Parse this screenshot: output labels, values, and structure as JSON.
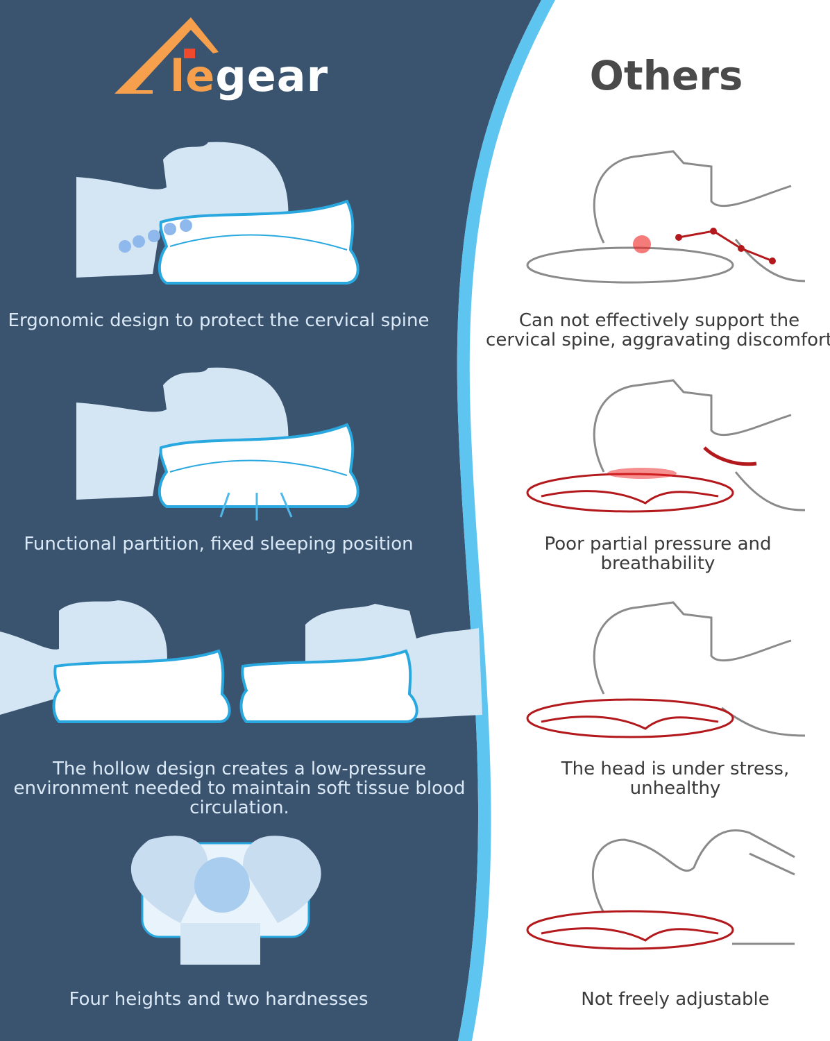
{
  "brand": {
    "logo_text_prefix": "le",
    "logo_text_suffix": "gear",
    "logo_colors": {
      "orange": "#f6a04d",
      "red": "#f04a2e"
    }
  },
  "colors": {
    "left_bg": "#3a546f",
    "accent_blue": "#29a8e0",
    "light_blue": "#d6e6f5",
    "red": "#b3191c"
  },
  "right_title": "Others",
  "left_features": [
    {
      "caption": "Ergonomic design to protect the cervical spine"
    },
    {
      "caption": "Functional partition, fixed sleeping position"
    },
    {
      "caption": "The hollow design creates a low-pressure environment needed to maintain soft tissue blood circulation."
    },
    {
      "caption": "Four heights and two hardnesses"
    }
  ],
  "right_features": [
    {
      "caption": "Can not effectively support the cervical spine, aggravating discomfort"
    },
    {
      "caption": "Poor partial pressure and breathability"
    },
    {
      "caption": "The head is under stress, unhealthy"
    },
    {
      "caption": "Not freely adjustable"
    }
  ]
}
